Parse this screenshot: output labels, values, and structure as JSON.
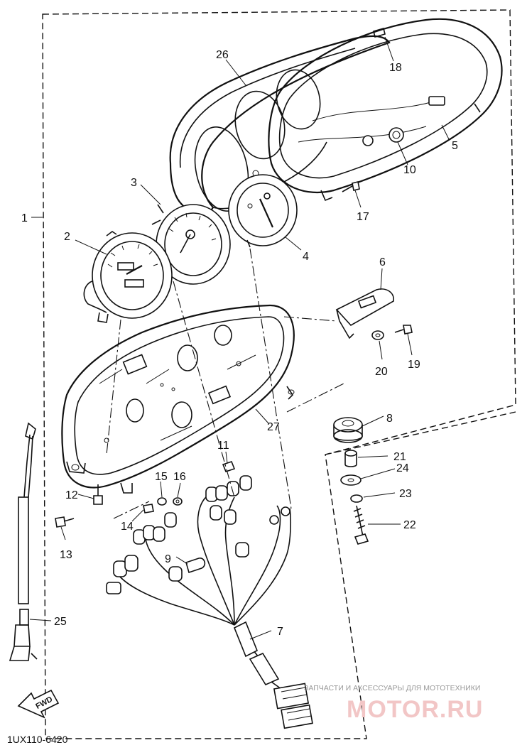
{
  "diagram": {
    "callouts": [
      {
        "id": "c1",
        "label": "1"
      },
      {
        "id": "c2",
        "label": "2"
      },
      {
        "id": "c3",
        "label": "3"
      },
      {
        "id": "c4",
        "label": "4"
      },
      {
        "id": "c5",
        "label": "5"
      },
      {
        "id": "c6",
        "label": "6"
      },
      {
        "id": "c7",
        "label": "7"
      },
      {
        "id": "c8",
        "label": "8"
      },
      {
        "id": "c9",
        "label": "9"
      },
      {
        "id": "c10",
        "label": "10"
      },
      {
        "id": "c11",
        "label": "11"
      },
      {
        "id": "c12",
        "label": "12"
      },
      {
        "id": "c13",
        "label": "13"
      },
      {
        "id": "c14",
        "label": "14"
      },
      {
        "id": "c15",
        "label": "15"
      },
      {
        "id": "c16",
        "label": "16"
      },
      {
        "id": "c17",
        "label": "17"
      },
      {
        "id": "c18",
        "label": "18"
      },
      {
        "id": "c19",
        "label": "19"
      },
      {
        "id": "c20",
        "label": "20"
      },
      {
        "id": "c21",
        "label": "21"
      },
      {
        "id": "c22",
        "label": "22"
      },
      {
        "id": "c23",
        "label": "23"
      },
      {
        "id": "c24",
        "label": "24"
      },
      {
        "id": "c25",
        "label": "25"
      },
      {
        "id": "c26",
        "label": "26"
      },
      {
        "id": "c27",
        "label": "27"
      }
    ],
    "direction_label": "FWD",
    "diagram_code": "1UX110-6420",
    "watermark_caption": "ЗАПЧАСТИ И АКСЕССУАРЫ ДЛЯ МОТОТЕХНИКИ",
    "watermark_logo": "MOTOR.RU"
  }
}
